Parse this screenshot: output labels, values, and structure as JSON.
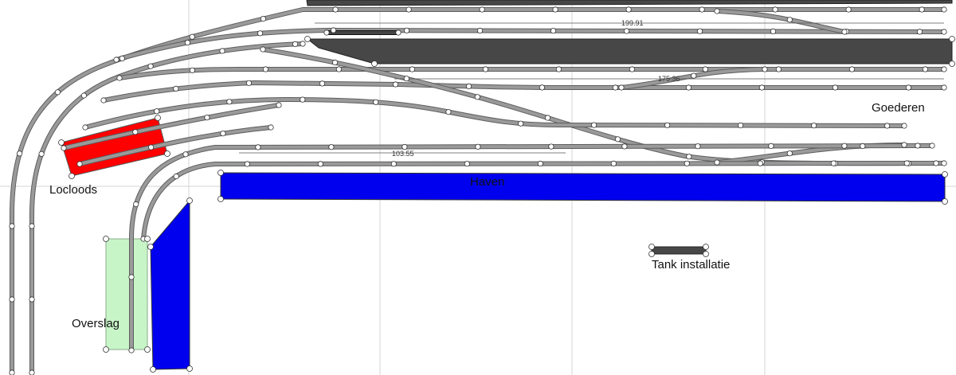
{
  "title": "",
  "colors": {
    "background": "#ffffff",
    "grid": "#d6d6d6",
    "rail_body": "#9a9a9a",
    "rail_edge": "#5e5e5e",
    "building_dark": "#474747",
    "locloods": "#ff0000",
    "haven": "#0000ee",
    "overslag": "#c8f5c8",
    "node_fill": "#ffffff",
    "node_stroke": "#333333",
    "text": "#111111"
  },
  "labels": {
    "goederen": "Goederen",
    "locloods": "Locloods",
    "haven": "Haven",
    "tank": "Tank installatie",
    "overslag": "Overslag"
  },
  "measurements": {
    "m1": "199.91",
    "m2": "175.36",
    "m3": "103.55"
  },
  "icons": {
    "node": "circle-node-icon",
    "buffer": "buffer-stop-icon"
  }
}
